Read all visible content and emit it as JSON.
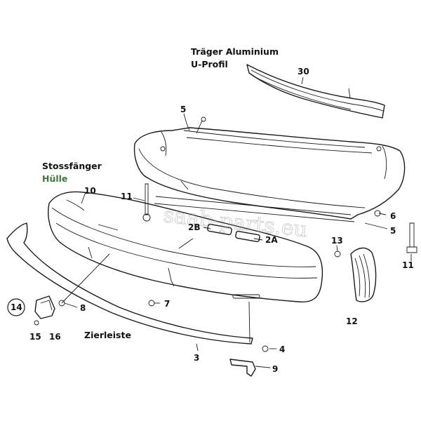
{
  "labels": {
    "traeger_title": "Träger Aluminium",
    "traeger_sub": "U-Profil",
    "stossfaenger": "Stossfänger",
    "huelle": "Hülle",
    "zierleiste": "Zierleiste"
  },
  "watermark": "saab-parts.eu",
  "callouts": {
    "p30": "30",
    "p5a": "5",
    "p10": "10",
    "p11a": "11",
    "p2b": "2B",
    "p2a": "2A",
    "p6": "6",
    "p5b": "5",
    "p13": "13",
    "p11b": "11",
    "p7": "7",
    "p8": "8",
    "p14": "14",
    "p15": "15",
    "p16": "16",
    "p12": "12",
    "p4": "4",
    "p9": "9",
    "p3": "3"
  },
  "colors": {
    "line": "#1a1a1a",
    "subtitle": "#3a7a3a"
  }
}
